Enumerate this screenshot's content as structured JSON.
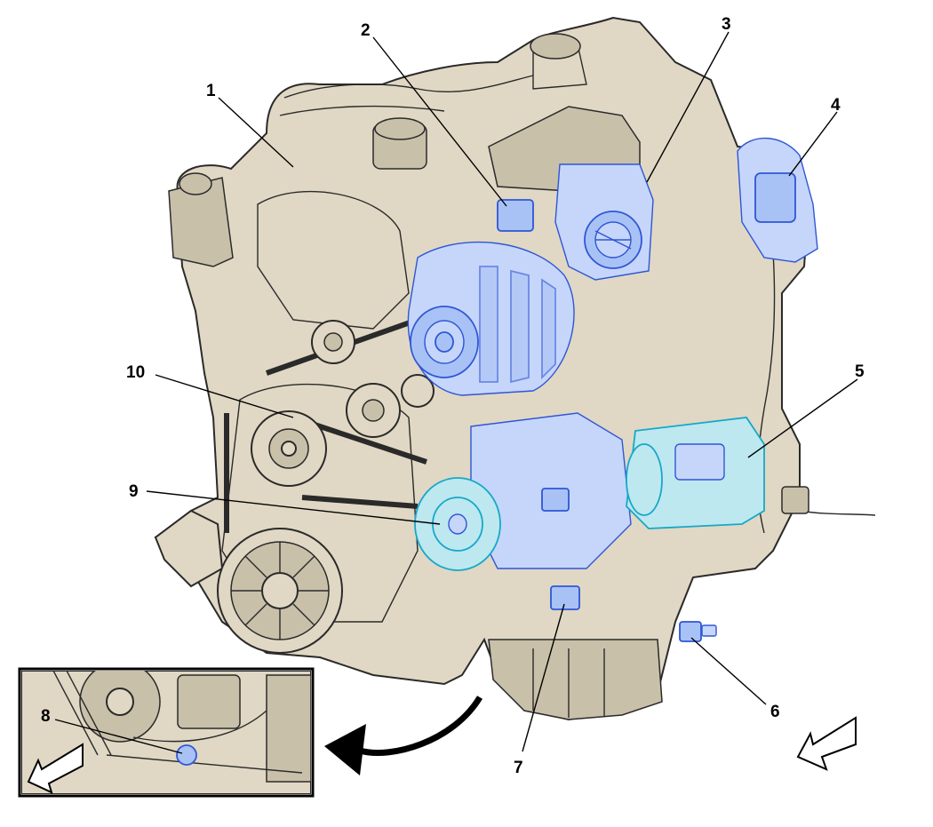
{
  "callouts": [
    {
      "id": "1",
      "label": "1"
    },
    {
      "id": "2",
      "label": "2"
    },
    {
      "id": "3",
      "label": "3"
    },
    {
      "id": "4",
      "label": "4"
    },
    {
      "id": "5",
      "label": "5"
    },
    {
      "id": "6",
      "label": "6"
    },
    {
      "id": "7",
      "label": "7"
    },
    {
      "id": "8",
      "label": "8"
    },
    {
      "id": "9",
      "label": "9"
    },
    {
      "id": "10",
      "label": "10"
    }
  ],
  "colors": {
    "engine": "#e0d8c4",
    "highlight_blue": "#a9c2f5",
    "highlight_cyan": "#bde8ef",
    "outline": "#2a2a2a"
  },
  "icons": [
    "direction-arrow-icon",
    "curved-arrow-icon",
    "inset-direction-arrow-icon"
  ]
}
